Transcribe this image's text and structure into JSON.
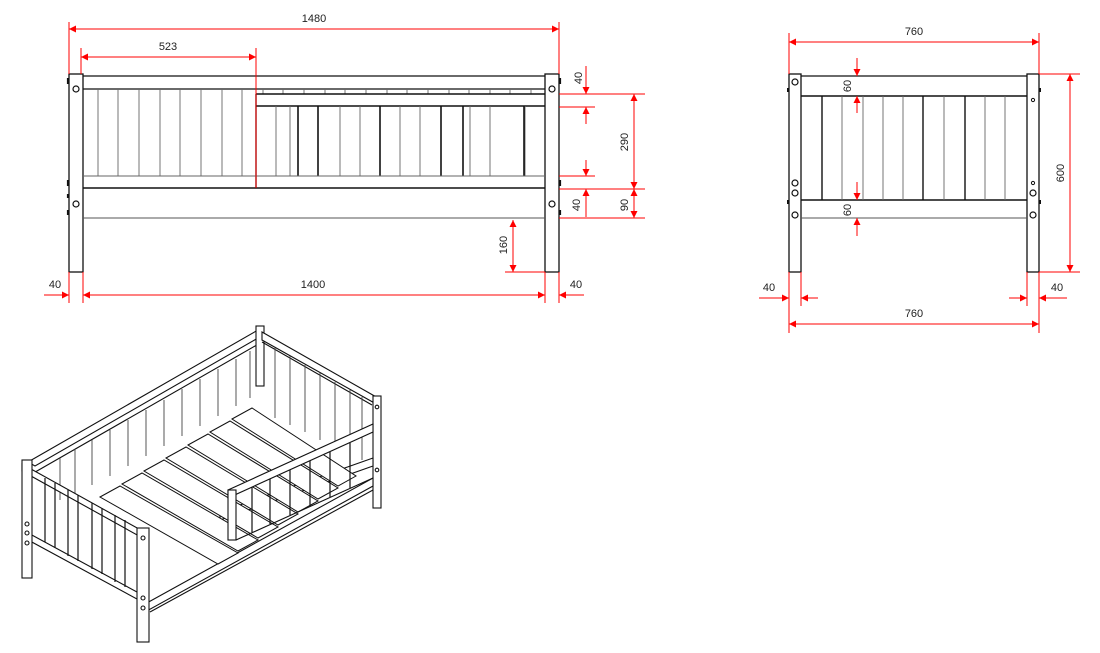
{
  "drawing": {
    "subject": "toddler bed with side guard rail",
    "colors": {
      "dimension": "#ff0000",
      "outline": "#111111",
      "background": "#ffffff"
    },
    "front_view": {
      "dimensions": {
        "overall_width": "1480",
        "guard_gap_width": "523",
        "top_rail_height": "40",
        "guard_panel_height": "290",
        "lower_rail_height": "40",
        "apron_height": "90",
        "floor_clearance": "160",
        "inner_length": "1400",
        "left_post_width": "40",
        "right_post_width": "40"
      }
    },
    "side_view": {
      "dimensions": {
        "top_width": "760",
        "top_rail_height": "60",
        "bottom_rail_height": "60",
        "overall_height": "600",
        "left_post_width": "40",
        "right_post_width": "40",
        "bottom_width": "760"
      }
    },
    "isometric_view": {
      "label": ""
    }
  }
}
